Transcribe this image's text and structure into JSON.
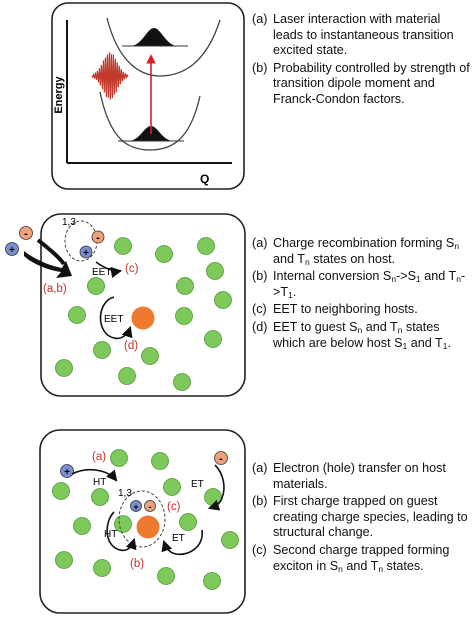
{
  "panel1": {
    "y_axis_label": "Energy",
    "x_axis_label": "Q",
    "notes": [
      {
        "label": "(a)",
        "text": "Laser interaction with material leads to instantaneous transition excited state."
      },
      {
        "label": "(b)",
        "text": "Probability controlled by strength of transition dipole moment and Franck-Condon factors."
      }
    ]
  },
  "panel2": {
    "labels": {
      "ab": "(a,b)",
      "c": "(c)",
      "d": "(d)",
      "spin": "1,3",
      "eet_top": "EET",
      "eet_guest": "EET",
      "plus": "+",
      "minus": "-"
    },
    "notes": [
      {
        "label": "(a)",
        "parts": [
          "Charge recombination forming S",
          "n",
          " and T",
          "n",
          " states on host."
        ]
      },
      {
        "label": "(b)",
        "parts": [
          "Internal conversion S",
          "n",
          "->S",
          "1",
          " and T",
          "n",
          "->T",
          "1",
          "."
        ]
      },
      {
        "label": "(c)",
        "parts": [
          "EET to neighboring hosts."
        ]
      },
      {
        "label": "(d)",
        "parts": [
          "EET to guest S",
          "n",
          " and T",
          "n",
          " states which are below host S",
          "1",
          " and T",
          "1",
          "."
        ]
      }
    ]
  },
  "panel3": {
    "labels": {
      "a": "(a)",
      "b": "(b)",
      "c": "(c)",
      "spin": "1,3",
      "ht_top": "HT",
      "ht_bottom": "HT",
      "et_top": "ET",
      "et_bottom": "ET",
      "plus": "+",
      "minus": "-"
    },
    "notes": [
      {
        "label": "(a)",
        "parts": [
          "Electron (hole) transfer on host materials."
        ]
      },
      {
        "label": "(b)",
        "parts": [
          "First charge trapped on guest creating charge species, leading to structural change."
        ]
      },
      {
        "label": "(c)",
        "parts": [
          "Second charge trapped forming exciton in S",
          "n",
          " and T",
          "n",
          " states."
        ]
      }
    ]
  },
  "colors": {
    "host": "#7dc95b",
    "guest": "#ee7a2f",
    "hole": "#7b8fd0",
    "electron": "#f0a07a",
    "label_red": "#c8302a",
    "laser": "#c0392b"
  }
}
